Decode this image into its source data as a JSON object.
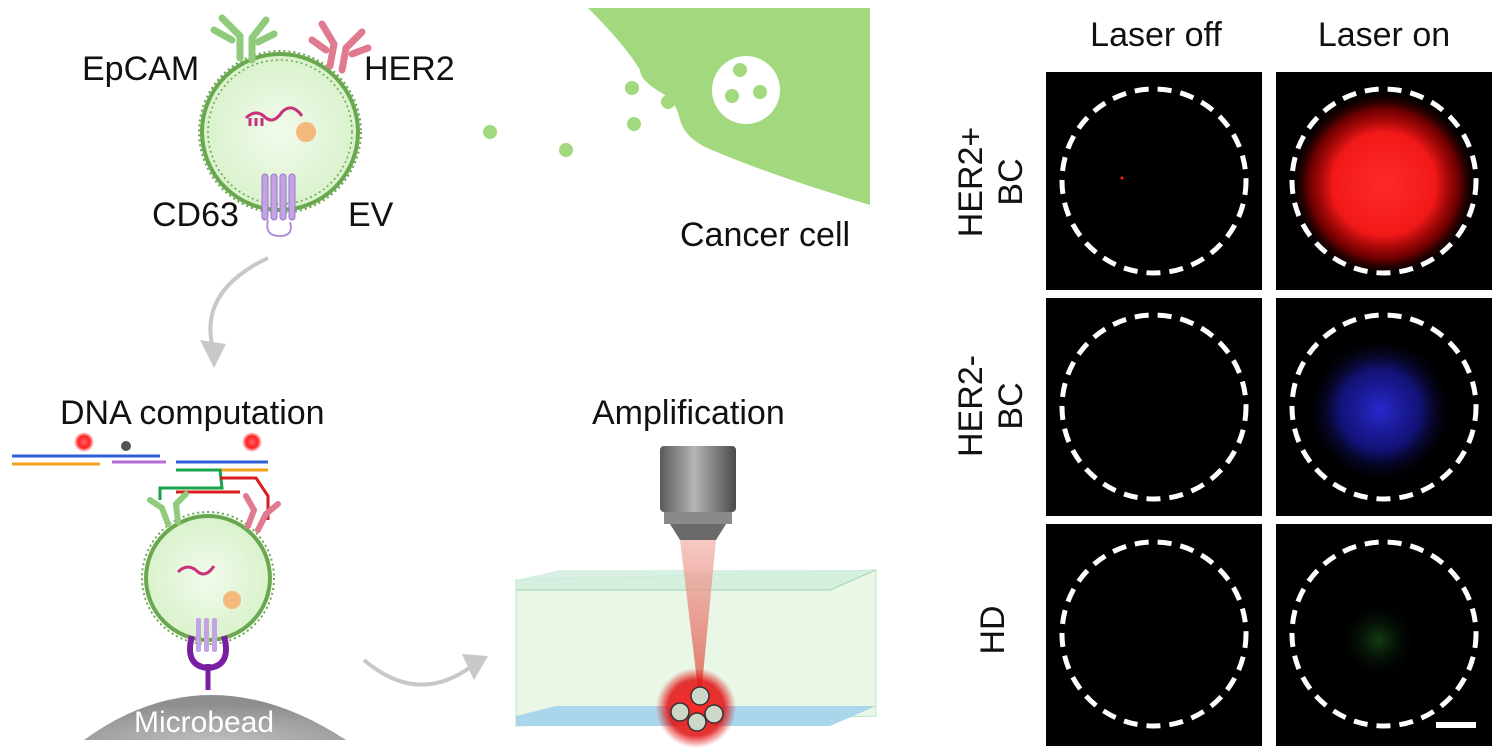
{
  "schematic": {
    "ev_labels": {
      "epcam": "EpCAM",
      "her2": "HER2",
      "cd63": "CD63",
      "ev": "EV"
    },
    "cancer_cell_label": "Cancer cell",
    "dna_computation_title": "DNA computation",
    "amplification_title": "Amplification",
    "microbead_label": "Microbead"
  },
  "imaging": {
    "columns": [
      "Laser off",
      "Laser on"
    ],
    "rows": [
      {
        "label_line1": "HER2+",
        "label_line2": "BC",
        "laser_on_signal": "red"
      },
      {
        "label_line1": "HER2-",
        "label_line2": "BC",
        "laser_on_signal": "blue"
      },
      {
        "label_line1": "HD",
        "label_line2": "",
        "laser_on_signal": "green"
      }
    ]
  },
  "colors": {
    "ev_fill": "#e4f7da",
    "membrane": "#6aa84f",
    "cancer_cell": "#a3d97e",
    "epcam_antibody": "#8fcb7a",
    "her2_antibody": "#e07b8f",
    "cd63_protein": "#b38fd6",
    "signal_red": "#ff2020",
    "signal_blue": "#2a2aff",
    "signal_green": "#2e8b2e"
  }
}
